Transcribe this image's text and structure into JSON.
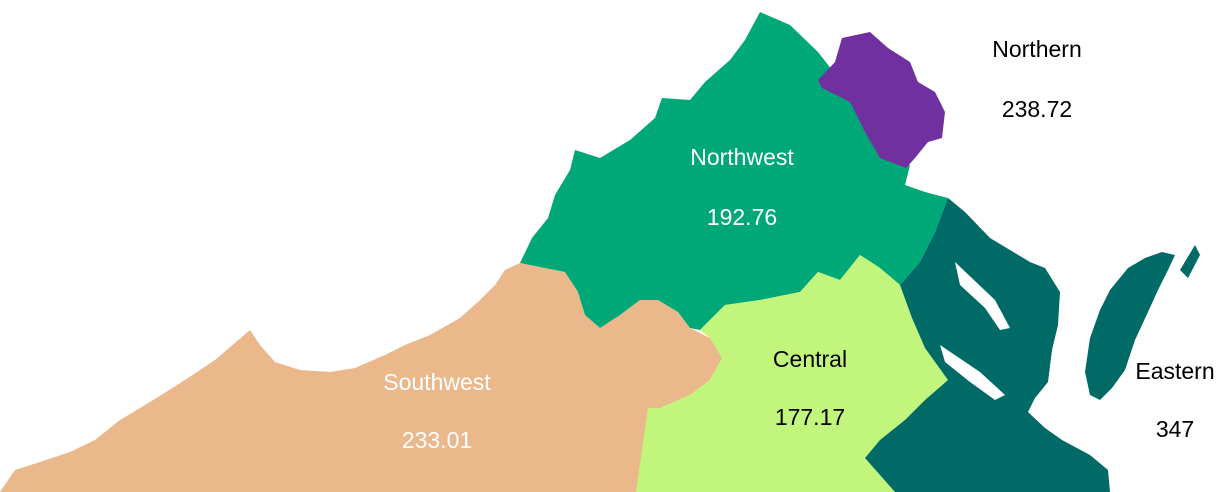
{
  "map": {
    "regions": [
      {
        "id": "southwest",
        "name": "Southwest",
        "value": "233.01",
        "color": "#EAB88B"
      },
      {
        "id": "northwest",
        "name": "Northwest",
        "value": "192.76",
        "color": "#00A878"
      },
      {
        "id": "northern",
        "name": "Northern",
        "value": "238.72",
        "color": "#7030A0"
      },
      {
        "id": "central",
        "name": "Central",
        "value": "177.17",
        "color": "#C1F57C"
      },
      {
        "id": "eastern",
        "name": "Eastern",
        "value": "347",
        "color": "#006A66"
      }
    ]
  }
}
